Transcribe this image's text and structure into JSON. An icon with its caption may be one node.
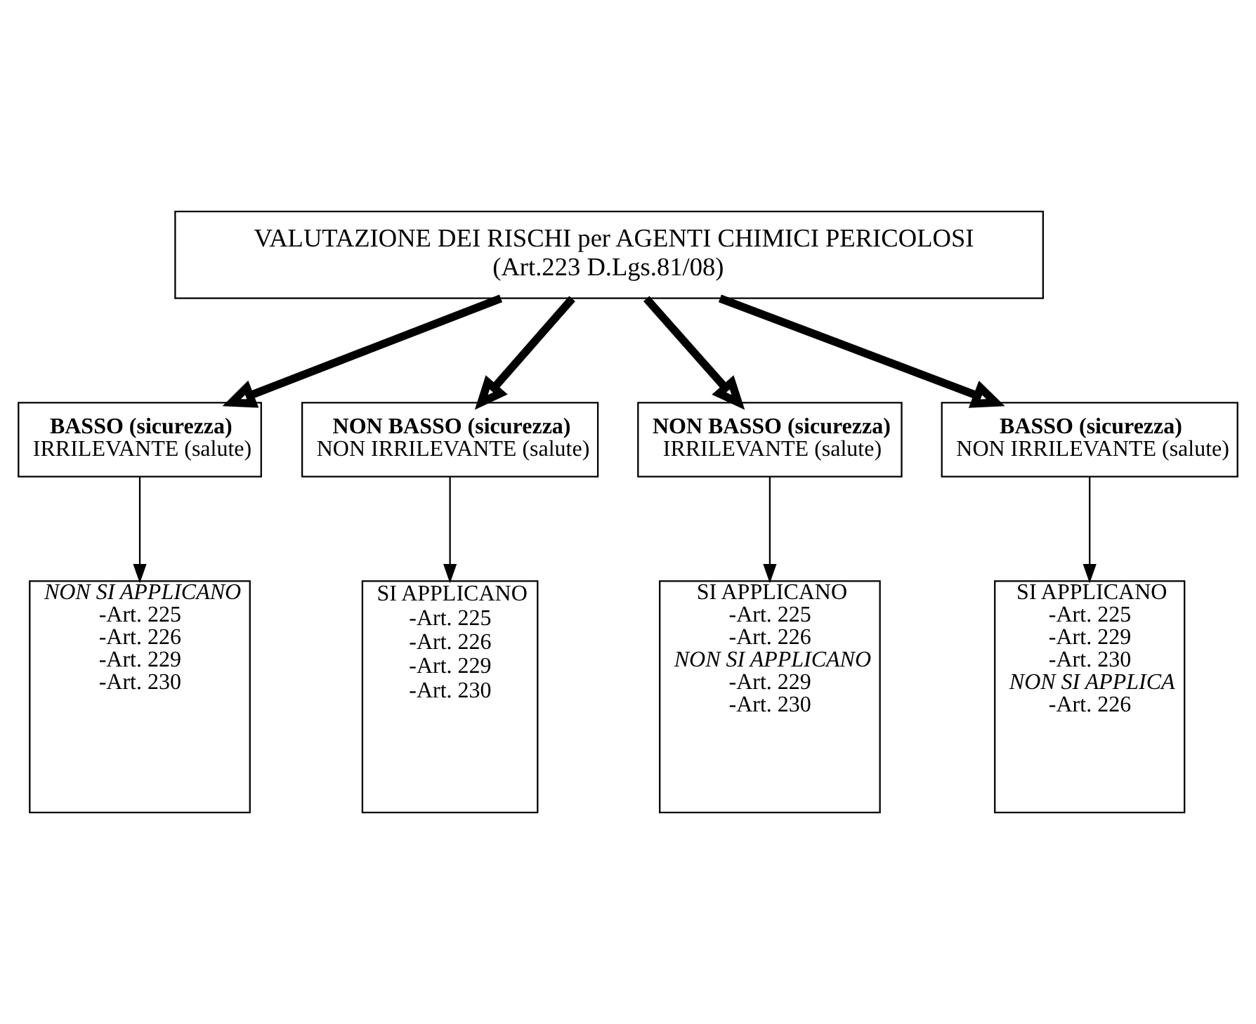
{
  "diagram": {
    "nodes": [
      {
        "text": [
          "VALUTAZIONE DEI RISCHI per AGENTI CHIMICI PERICOLOSI",
          "(Art.223 D.Lgs.81/08)"
        ]
      },
      {
        "text": [
          "BASSO (sicurezza)",
          "IRRILEVANTE (salute)"
        ]
      },
      {
        "text": [
          "NON BASSO (sicurezza)",
          "NON IRRILEVANTE (salute)"
        ]
      },
      {
        "text": [
          "NON BASSO (sicurezza)",
          "IRRILEVANTE (salute)"
        ]
      },
      {
        "text": [
          "BASSO (sicurezza)",
          "NON IRRILEVANTE (salute)"
        ]
      },
      {
        "text": [
          "NON SI APPLICANO",
          "-Art. 225",
          "-Art. 226",
          "-Art. 229",
          "-Art. 230"
        ]
      },
      {
        "text": [
          "SI APPLICANO",
          "-Art. 225",
          "-Art. 226",
          "-Art. 229",
          "-Art. 230"
        ]
      },
      {
        "text": [
          "SI APPLICANO",
          "-Art. 225",
          "-Art. 226",
          "NON SI APPLICANO",
          "-Art. 229",
          "-Art. 230"
        ]
      },
      {
        "text": [
          "SI APPLICANO",
          "-Art. 225",
          "-Art. 229",
          "-Art. 230",
          "NON SI APPLICA",
          "-Art. 226"
        ]
      }
    ],
    "edges": [
      {
        "from": 0,
        "to": 1,
        "arrow": "to",
        "style": "thick"
      },
      {
        "from": 0,
        "to": 2,
        "arrow": "to",
        "style": "thick"
      },
      {
        "from": 0,
        "to": 3,
        "arrow": "to",
        "style": "thick"
      },
      {
        "from": 0,
        "to": 4,
        "arrow": "to",
        "style": "thick"
      },
      {
        "from": 1,
        "to": 5,
        "arrow": "to"
      },
      {
        "from": 2,
        "to": 6,
        "arrow": "to"
      },
      {
        "from": 3,
        "to": 7,
        "arrow": "to"
      },
      {
        "from": 4,
        "to": 8,
        "arrow": "to"
      }
    ]
  }
}
